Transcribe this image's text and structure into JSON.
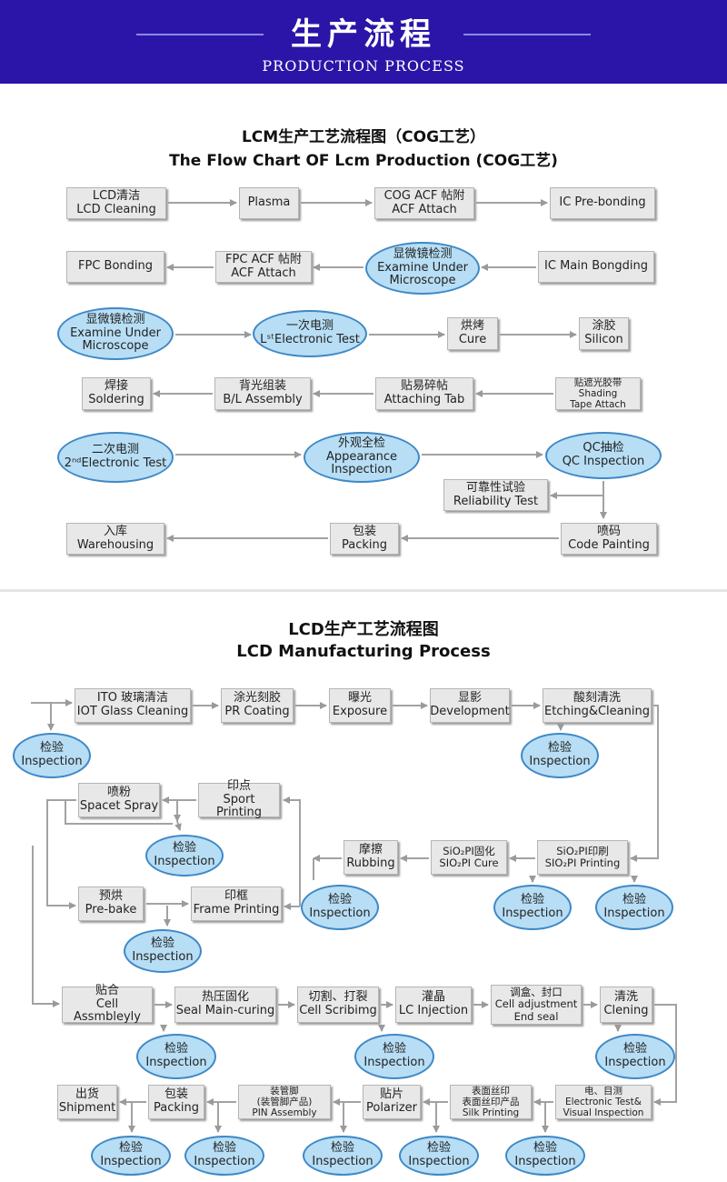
{
  "banner": {
    "title": "生产流程",
    "subtitle": "PRODUCTION PROCESS"
  },
  "lcm": {
    "title_cn": "LCM生产工艺流程图（COG工艺）",
    "title_en": "The Flow Chart OF Lcm Production (COG工艺)",
    "steps": {
      "lcd_cleaning": "LCD清洁\nLCD Cleaning",
      "plasma": "Plasma",
      "cog_acf": "COG ACF 帖附\nACF Attach",
      "ic_pre": "IC Pre-bonding",
      "fpc_bonding": "FPC Bonding",
      "fpc_acf": "FPC ACF 帖附\nACF Attach",
      "microscope_1": "显微镜检测\nExamine Under\nMicroscope",
      "ic_main": "IC Main Bongding",
      "microscope_2": "显微镜检测\nExamine Under\nMicroscope",
      "test_1": "一次电测\nLˢᵗElectronic Test",
      "cure": "烘烤\nCure",
      "silicon": "涂胶\nSilicon",
      "soldering": "焊接\nSoldering",
      "bl_assembly": "背光组装\nB/L Assembly",
      "attaching_tab": "贴易碎帖\nAttaching Tab",
      "shading_tape": "贴遮光胶带\nShading\nTape Attach",
      "test_2": "二次电测\n2ⁿᵈElectronic Test",
      "appearance": "外观全检\nAppearance\nInspection",
      "qc": "QC抽检\nQC Inspection",
      "reliability": "可靠性试验\nReliability Test",
      "warehousing": "入库\nWarehousing",
      "packing": "包装\nPacking",
      "code_painting": "喷码\nCode Painting"
    }
  },
  "lcd": {
    "title_cn": "LCD生产工艺流程图",
    "title_en": "LCD Manufacturing Process",
    "inspection_label": "检验\nInspection",
    "steps": {
      "ito": "ITO 玻璃清洁\nIOT Glass Cleaning",
      "pr": "涂光刻胶\nPR Coating",
      "exposure": "曝光\nExposure",
      "development": "显影\nDevelopment",
      "etching": "酸刻清洗\nEtching&Cleaning",
      "spacet": "喷粉\nSpacet Spray",
      "sport": "印点\nSport Printing",
      "rubbing": "摩擦\nRubbing",
      "sio_cure": "SiO₂PI固化\nSIO₂PI Cure",
      "sio_print": "SiO₂PI印刷\nSIO₂PI Printing",
      "prebake": "预烘\nPre-bake",
      "frame": "印框\nFrame Printing",
      "cell": "贴合\nCell Assmbleyly",
      "seal": "热压固化\nSeal Main-curing",
      "scribing": "切割、打裂\nCell Scribimg",
      "lc": "灌晶\nLC Injection",
      "cell_adj": "调盒、封口\nCell adjustment\nEnd seal",
      "cleaning": "清洗\nClening",
      "shipment": "出货\nShipment",
      "packing": "包装\nPacking",
      "pin": "装管脚\n(装管脚产品)\nPIN Assembly",
      "polarizer": "贴片\nPolarizer",
      "silk": "表面丝印\n表面丝印产品\nSilk Printing",
      "visual": "电、目测\nElectronic Test&\nVisual Inspection"
    }
  }
}
